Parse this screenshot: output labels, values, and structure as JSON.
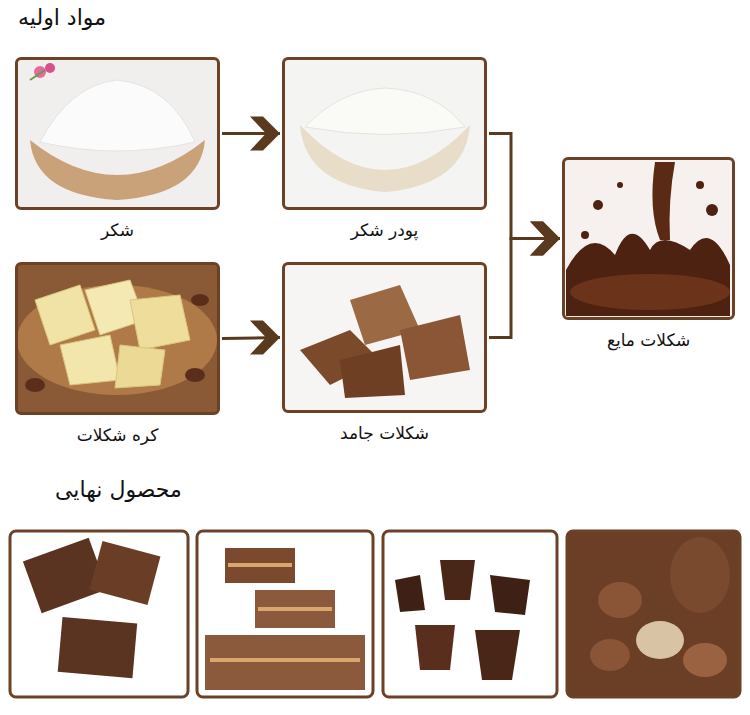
{
  "diagram": {
    "title": "مواد اولیه",
    "nodes": [
      {
        "text": [
          "شکر"
        ]
      },
      {
        "text": [
          "پودر شکر"
        ]
      },
      {
        "text": [
          "کره شکلات"
        ]
      },
      {
        "text": [
          "شکلات جامد"
        ]
      },
      {
        "text": [
          "شکلات مایع"
        ]
      }
    ],
    "edges": [
      {
        "from": 0,
        "to": 1,
        "arrow": "to"
      },
      {
        "from": 2,
        "to": 3,
        "arrow": "to"
      },
      {
        "from": 1,
        "to": 4,
        "arrow": "to"
      },
      {
        "from": 3,
        "to": 4,
        "arrow": "to"
      }
    ],
    "labels": [
      "محصول نهایی"
    ]
  }
}
